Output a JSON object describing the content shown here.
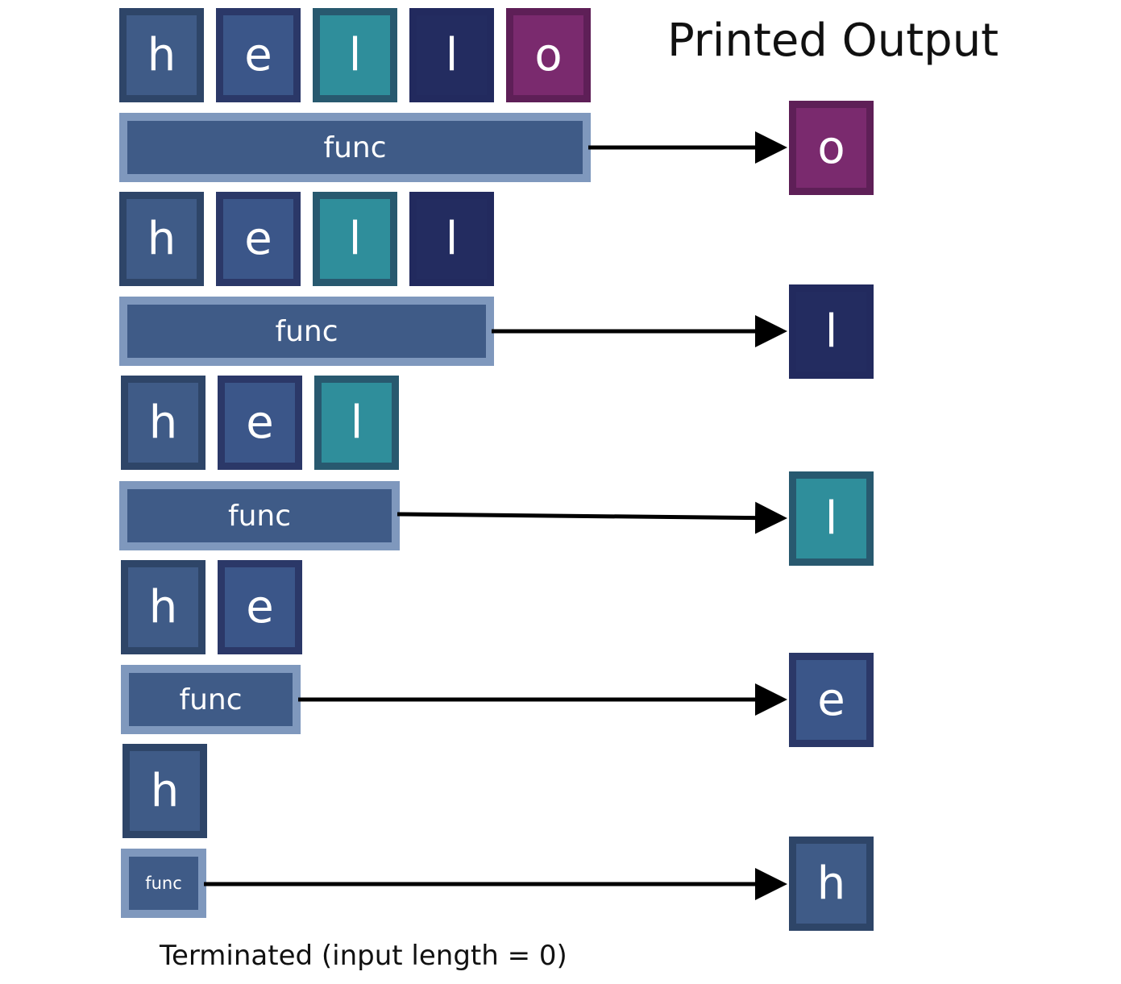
{
  "title": "Printed Output",
  "caption": "Terminated (input length = 0)",
  "func_label": "func",
  "input_rows": [
    [
      "h",
      "e",
      "l",
      "l",
      "o"
    ],
    [
      "h",
      "e",
      "l",
      "l"
    ],
    [
      "h",
      "e",
      "l"
    ],
    [
      "h",
      "e"
    ],
    [
      "h"
    ]
  ],
  "printed_output": [
    "o",
    "l",
    "l",
    "e",
    "h"
  ],
  "colors": {
    "h": "#3f5b87",
    "e": "#3b5689",
    "l_first": "#2f8e9b",
    "l_second": "#232c60",
    "o": "#7a2a6e",
    "func_border": "#7f98bd",
    "func_fill": "#3f5b87",
    "arrow": "#000000"
  }
}
